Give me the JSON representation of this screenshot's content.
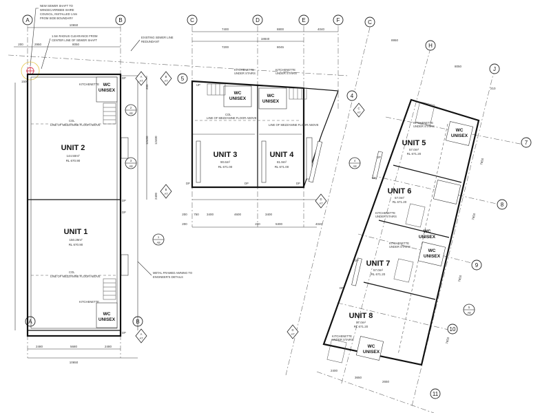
{
  "grid_labels": {
    "A": "A",
    "B": "B",
    "C": "C",
    "D": "D",
    "E": "E",
    "F": "F",
    "C2": "C",
    "H": "H",
    "J": "J",
    "n4": "4",
    "n5": "5",
    "n7": "7",
    "n8": "8",
    "n9": "9",
    "n10": "10",
    "n11": "11"
  },
  "units": [
    {
      "name": "UNIT 1",
      "area": "150.29m²",
      "rl": "RL 670.90"
    },
    {
      "name": "UNIT 2",
      "area": "144.50m²",
      "rl": "RL 670.90"
    },
    {
      "name": "UNIT 3",
      "area": "90.6m²",
      "rl": "RL 671.00"
    },
    {
      "name": "UNIT 4",
      "area": "81.9m²",
      "rl": "RL 671.00"
    },
    {
      "name": "UNIT 5",
      "area": "57.0m²",
      "rl": "RL 671.20"
    },
    {
      "name": "UNIT 6",
      "area": "57.0m²",
      "rl": "RL 671.20"
    },
    {
      "name": "UNIT 7",
      "area": "57.0m²",
      "rl": "RL 671.20"
    },
    {
      "name": "UNIT 8",
      "area": "57.0m²",
      "rl": "RL 671.20"
    }
  ],
  "notes": {
    "sewer_shaft": [
      "NEW SEWER SHAFT TO",
      "WINGECARRIBEE SHIRE",
      "COUNCIL, INSTALLED 1.5m",
      "FROM SIDE BOUNDARY"
    ],
    "radius": [
      "1.5m RADIUS CLEARANCE FROM",
      "CENTER LINE OF SEWER SHAFT"
    ],
    "existing_sewer": [
      "EXISTING SEWER LINE",
      "REDUNDANT"
    ],
    "awning": [
      "METAL FRAMED AWNING TO",
      "ENGINEER'S DETAILS"
    ],
    "mezzanine": "LINE OF MEZZANINE FLOOR ABOVE",
    "kitchenette": "KITCHENETTE",
    "kitchenette_under_stairs": [
      "KITCHENETTE",
      "UNDER STAIRS"
    ],
    "col": "COL",
    "dp": "DP",
    "up": "UP"
  },
  "wc": [
    "WC",
    "UNISEX"
  ],
  "sections": [
    {
      "num": "2",
      "sheet": "A8"
    },
    {
      "num": "3",
      "sheet": "A8"
    },
    {
      "num": "1",
      "sheet": "A8"
    },
    {
      "num": "4",
      "sheet": "A8"
    },
    {
      "num": "5",
      "sheet": "A8"
    }
  ],
  "elevations": [
    {
      "num": "A",
      "sheet": "A7"
    },
    {
      "num": "B",
      "sheet": "A7"
    },
    {
      "num": "C",
      "sheet": "A7"
    },
    {
      "num": "D",
      "sheet": "A7"
    }
  ],
  "dims_top": [
    "10650",
    "7400",
    "8800",
    "4040",
    "18840",
    "7200",
    "8045",
    "200",
    "2950",
    "8050"
  ],
  "dims_bottom": [
    "2480",
    "5680",
    "2480",
    "10650"
  ],
  "dims_mid": [
    "750",
    "3400",
    "4600",
    "3400",
    "5300",
    "4040",
    "200",
    "200",
    "200"
  ],
  "dims_right": [
    "8950",
    "8050",
    "7650",
    "7650",
    "7650",
    "7650",
    "210",
    "2400",
    "3650",
    "2650"
  ],
  "dims_left": [
    "12450",
    "12400",
    "2400",
    "1500",
    "200"
  ]
}
